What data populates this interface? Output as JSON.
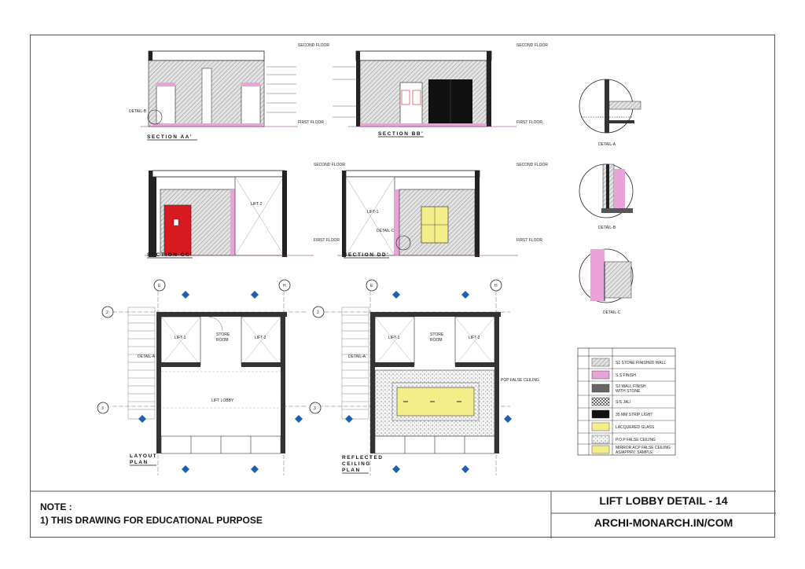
{
  "colors": {
    "stone_pink": "#e9a3d9",
    "door_red": "#d71920",
    "glass_yellow": "#f4ee8a",
    "black": "#111111",
    "hatch": "#9a9a9a"
  },
  "sections": {
    "aa": {
      "title": "SECTION AA'",
      "detail_callout": "DETAIL-B",
      "top_level": "SECOND FLOOR",
      "bottom_level": "FIRST FLOOR"
    },
    "bb": {
      "title": "SECTION BB'",
      "top_level": "SECOND FLOOR",
      "bottom_level": "FIRST FLOOR"
    },
    "cc": {
      "title": "SECTION CC'",
      "lift_label": "LIFT-2",
      "top_level": "SECOND FLOOR",
      "bottom_level": "FIRST FLOOR"
    },
    "dd": {
      "title": "SECTION DD'",
      "lift_label": "LIFT-1",
      "detail_callout": "DETAIL-C",
      "top_level": "SECOND FLOOR",
      "bottom_level": "FIRST FLOOR"
    }
  },
  "details": {
    "a": {
      "title": "DETAIL-A"
    },
    "b": {
      "title": "DETAIL-B"
    },
    "c": {
      "title": "DETAIL-C"
    }
  },
  "layout_plan": {
    "title_line1": "LAYOUT",
    "title_line2": "PLAN",
    "lift1": "LIFT-1",
    "lift2": "LIFT-2",
    "store": "STORE",
    "room": "ROOM",
    "lobby": "LIFT LOBBY",
    "detail_a": "DETAIL-A",
    "grid_e": "E",
    "grid_h": "H",
    "grid_2": "2",
    "grid_3": "3"
  },
  "ceiling_plan": {
    "title_line1": "REFLECTED",
    "title_line2": "CEILING",
    "title_line3": "PLAN",
    "lift1": "LIFT-1",
    "lift2": "LIFT-2",
    "store": "STORE",
    "room": "ROOM",
    "detail_a": "DETAIL-A",
    "pop_false_ceiling": "POP FALSE CEILING",
    "grid_e": "E",
    "grid_h": "H",
    "grid_2": "2",
    "grid_3": "3"
  },
  "legend": {
    "items": [
      {
        "label": "S1 STONE FINISHED WALL"
      },
      {
        "label": "S.S FINISH"
      },
      {
        "label": "S2 WALL FINISH WITH STONE",
        "line1": "S2 WALL FINISH",
        "line2": "WITH STONE"
      },
      {
        "label": "S.S JALI"
      },
      {
        "label": "35 MM STRIP LIGHT"
      },
      {
        "label": "LACQUERED GLASS"
      },
      {
        "label": "P.O.P FALSE CEILING"
      },
      {
        "label": "MIRROR ACP FALSE CEILING AS/APPRV. SAMPLE",
        "line1": "MIRROR ACP FALSE CEILING",
        "line2": "AS/APPRV. SAMPLE"
      }
    ]
  },
  "title_block": {
    "note_heading": "NOTE :",
    "note_line": "1) THIS DRAWING FOR EDUCATIONAL PURPOSE",
    "drawing_title": "LIFT LOBBY DETAIL - 14",
    "website": "ARCHI-MONARCH.IN/COM"
  }
}
